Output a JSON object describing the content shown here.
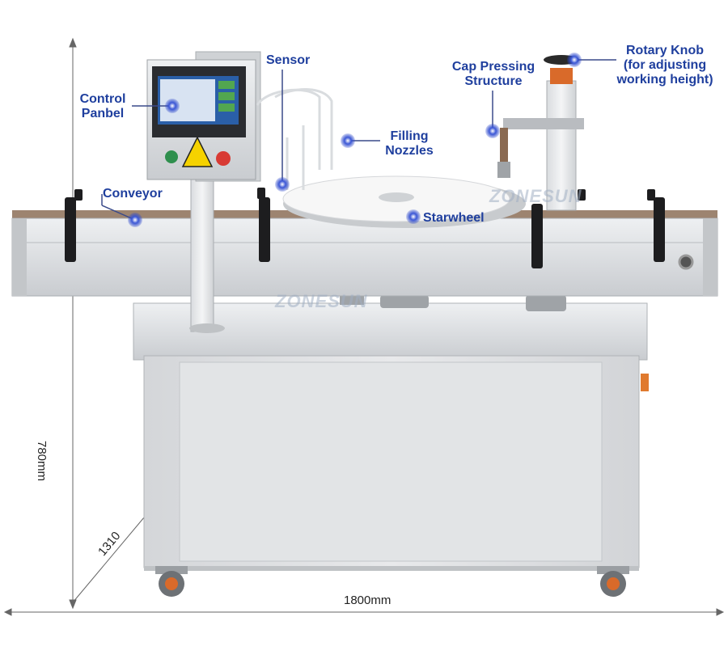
{
  "labels": {
    "control_panel_l1": "Control",
    "control_panel_l2": "Panbel",
    "sensor": "Sensor",
    "filling_nozzles_l1": "Filling",
    "filling_nozzles_l2": "Nozzles",
    "cap_pressing_l1": "Cap Pressing",
    "cap_pressing_l2": "Structure",
    "rotary_knob_l1": "Rotary Knob",
    "rotary_knob_l2": "(for adjusting",
    "rotary_knob_l3": "working height)",
    "conveyor": "Conveyor",
    "starwheel": "Starwheel"
  },
  "dimensions": {
    "height": "780mm",
    "depth": "1310",
    "width": "1800mm"
  },
  "watermark": "ZONESUN",
  "colors": {
    "label_text": "#1f3f9e",
    "marker_dot": "#2a45c8",
    "leader_line": "#3a4a8a"
  }
}
